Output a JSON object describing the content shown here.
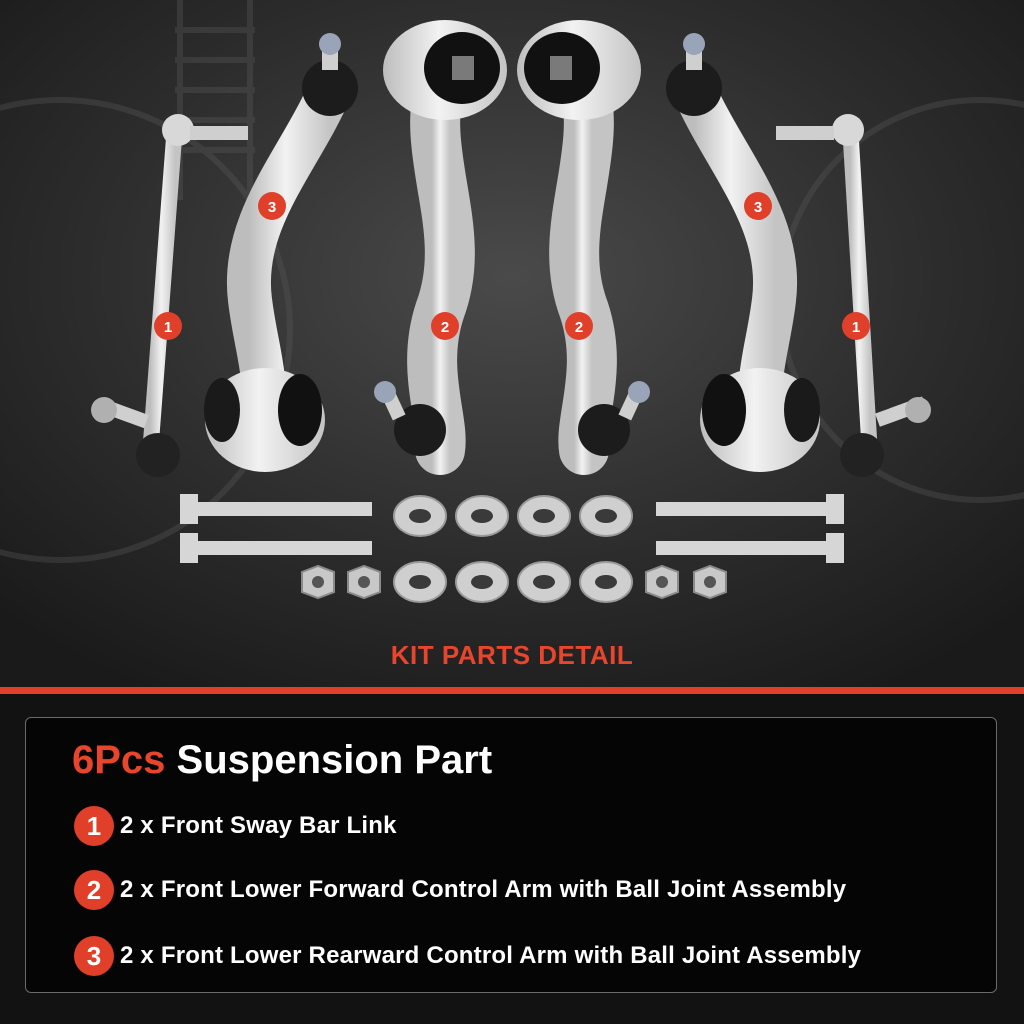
{
  "kit_title": "KIT PARTS DETAIL",
  "panel": {
    "heading_accent": "6Pcs",
    "heading_rest": " Suspension Part",
    "items": [
      {
        "number": "1",
        "text": "2 x Front Sway Bar Link"
      },
      {
        "number": "2",
        "text": "2 x Front Lower Forward Control Arm with Ball Joint Assembly"
      },
      {
        "number": "3",
        "text": "2 x Front Lower Rearward Control Arm with Ball Joint Assembly"
      }
    ]
  },
  "callouts": [
    "1",
    "2",
    "3"
  ],
  "colors": {
    "accent": "#e0402a",
    "background": "#1b1b1b",
    "panel": "#050505",
    "text": "#ffffff",
    "metal": "#e2e2e2"
  }
}
